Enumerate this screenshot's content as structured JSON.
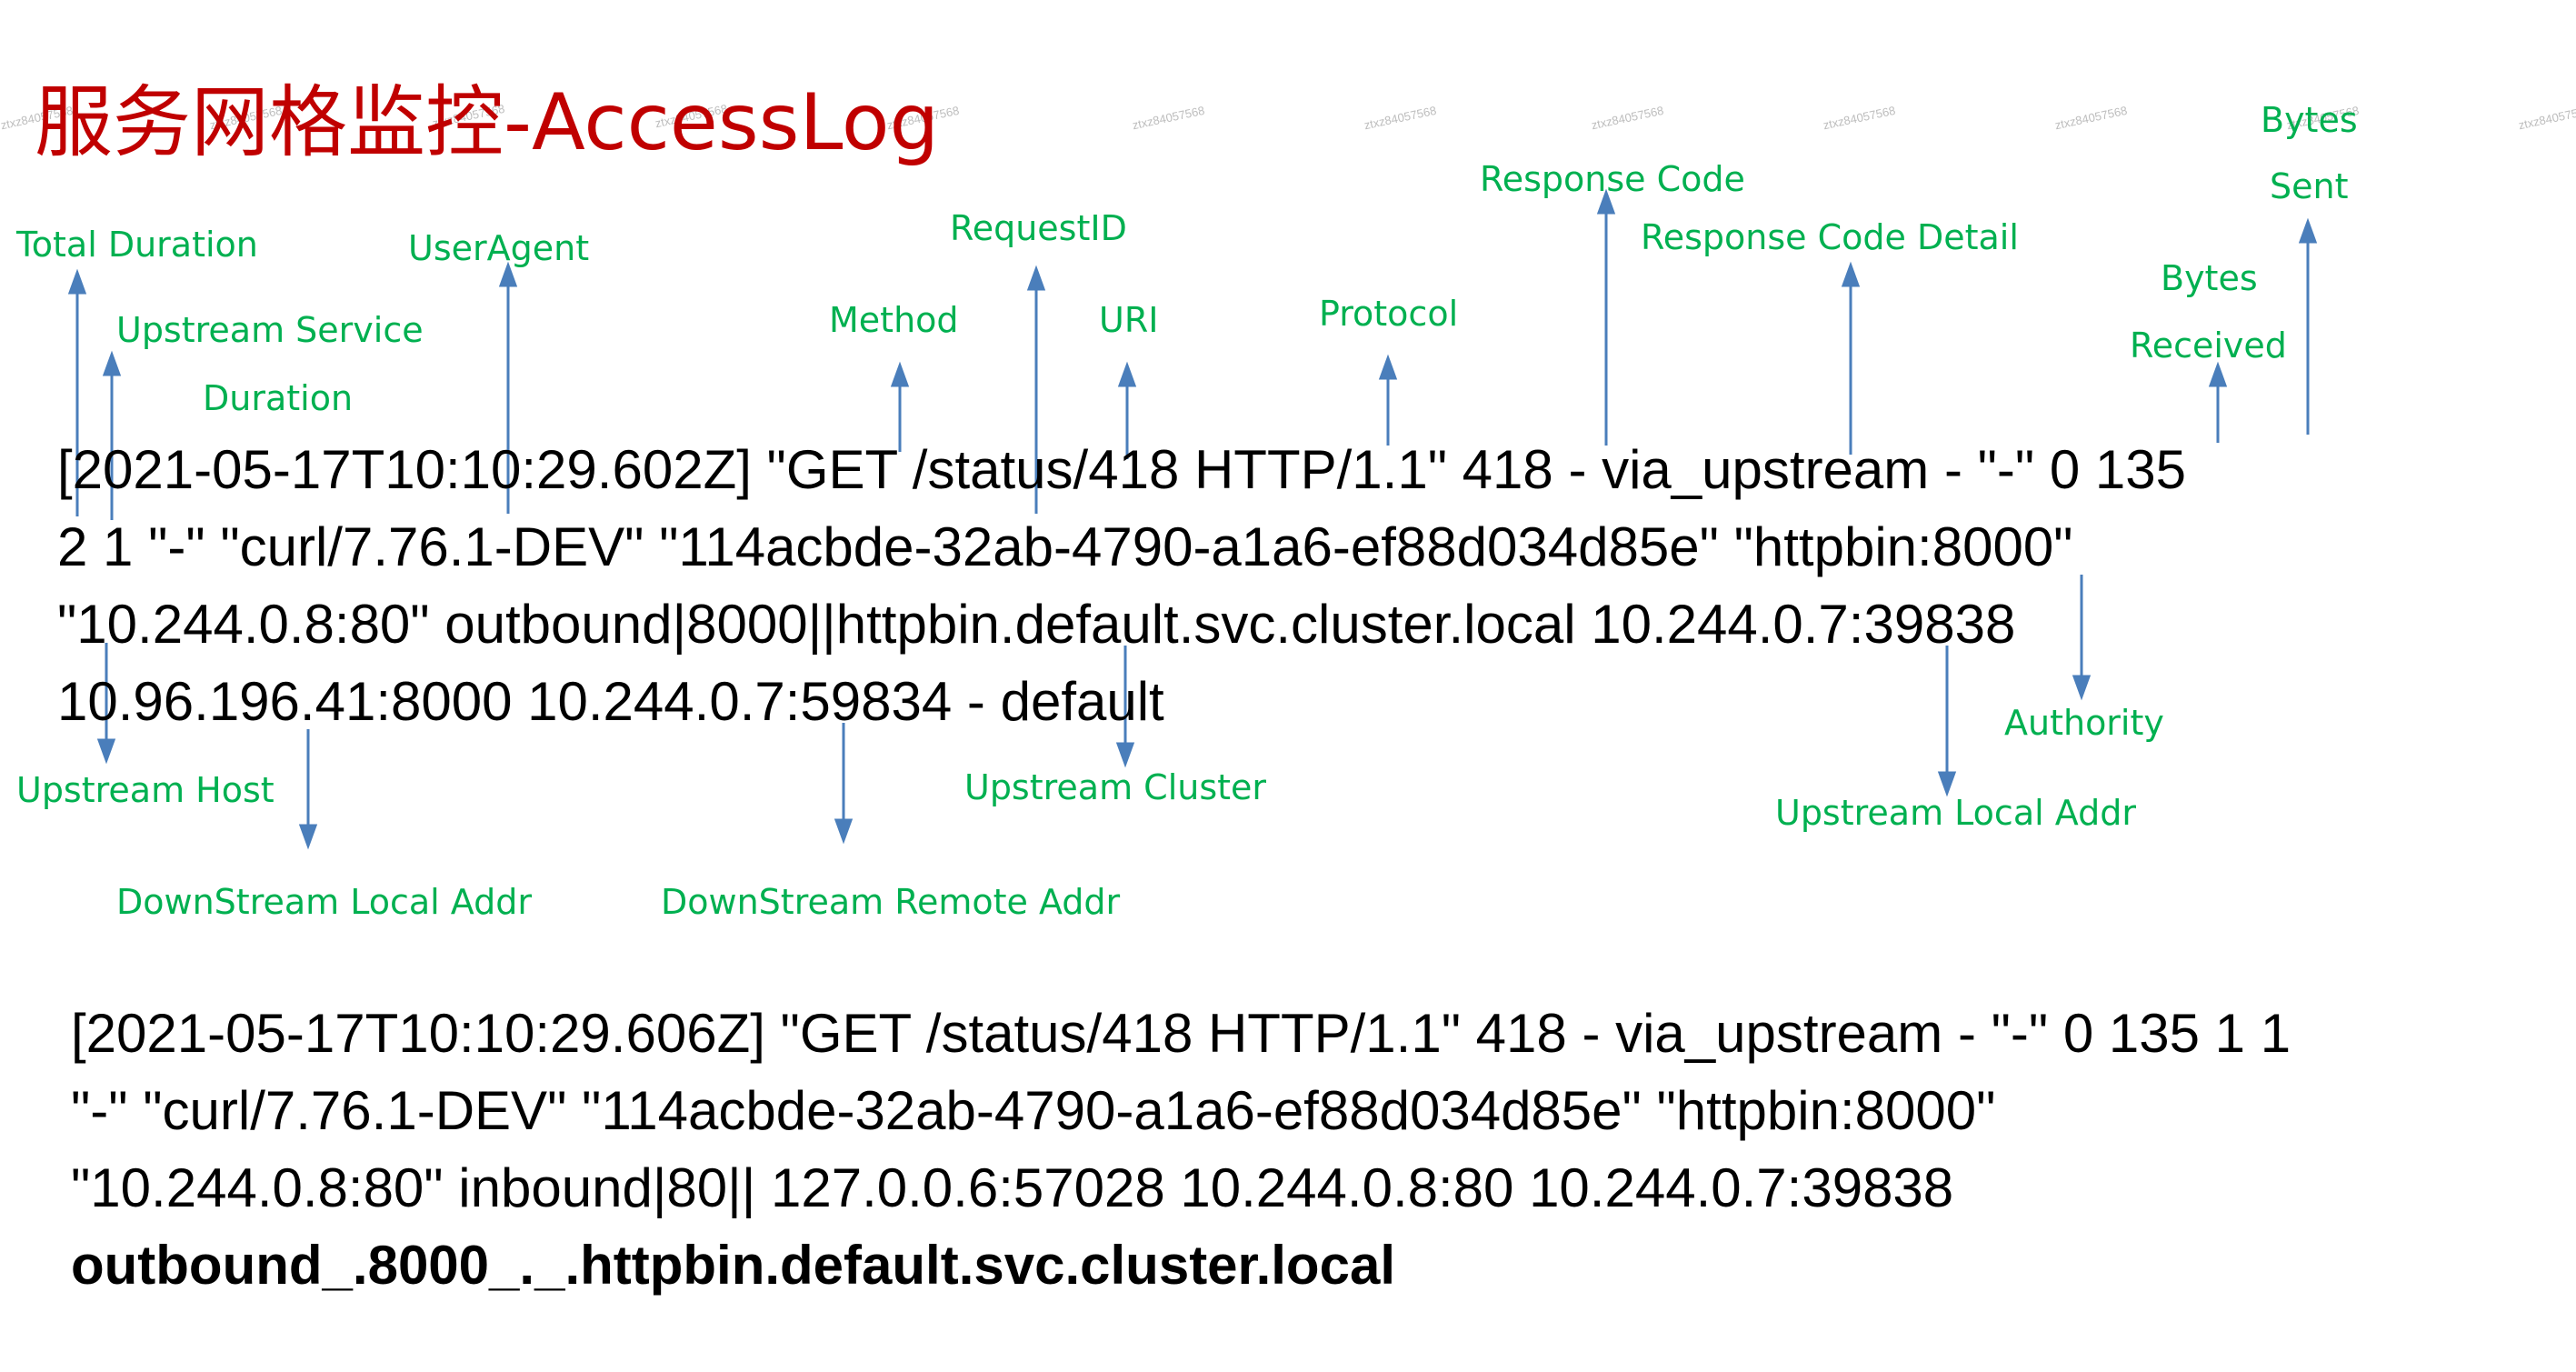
{
  "slide": {
    "title": "服务网格监控-AccessLog",
    "title_color": "#C00000",
    "label_color": "#00B050",
    "arrow_color": "#4A7EBB",
    "watermark": "ztxz84057568"
  },
  "log_entry_1": {
    "lines": [
      "[2021-05-17T10:10:29.602Z] \"GET /status/418 HTTP/1.1\" 418 - via_upstream - \"-\" 0 135",
      "2 1 \"-\" \"curl/7.76.1-DEV\" \"114acbde-32ab-4790-a1a6-ef88d034d85e\" \"httpbin:8000\"",
      "\"10.244.0.8:80\" outbound|8000||httpbin.default.svc.cluster.local 10.244.0.7:39838",
      "10.96.196.41:8000 10.244.0.7:59834 - default"
    ]
  },
  "log_entry_2": {
    "lines": [
      "[2021-05-17T10:10:29.606Z] \"GET /status/418 HTTP/1.1\" 418 - via_upstream - \"-\" 0 135 1 1",
      "\"-\" \"curl/7.76.1-DEV\" \"114acbde-32ab-4790-a1a6-ef88d034d85e\" \"httpbin:8000\"",
      "\"10.244.0.8:80\" inbound|80|| 127.0.0.6:57028 10.244.0.8:80 10.244.0.7:39838"
    ],
    "bold_line": "outbound_.8000_._.httpbin.default.svc.cluster.local"
  },
  "annotations_above": {
    "total_duration": "Total Duration",
    "upstream_service_duration_1": "Upstream Service",
    "upstream_service_duration_2": "Duration",
    "user_agent": "UserAgent",
    "method": "Method",
    "request_id": "RequestID",
    "uri": "URI",
    "protocol": "Protocol",
    "response_code": "Response Code",
    "response_code_detail": "Response Code Detail",
    "bytes_received_1": "Bytes",
    "bytes_received_2": "Received",
    "bytes_sent_1": "Bytes",
    "bytes_sent_2": "Sent"
  },
  "annotations_below": {
    "upstream_host": "Upstream Host",
    "downstream_local_addr": "DownStream Local Addr",
    "downstream_remote_addr": "DownStream Remote Addr",
    "upstream_cluster": "Upstream Cluster",
    "authority": "Authority",
    "upstream_local_addr": "Upstream Local Addr"
  }
}
